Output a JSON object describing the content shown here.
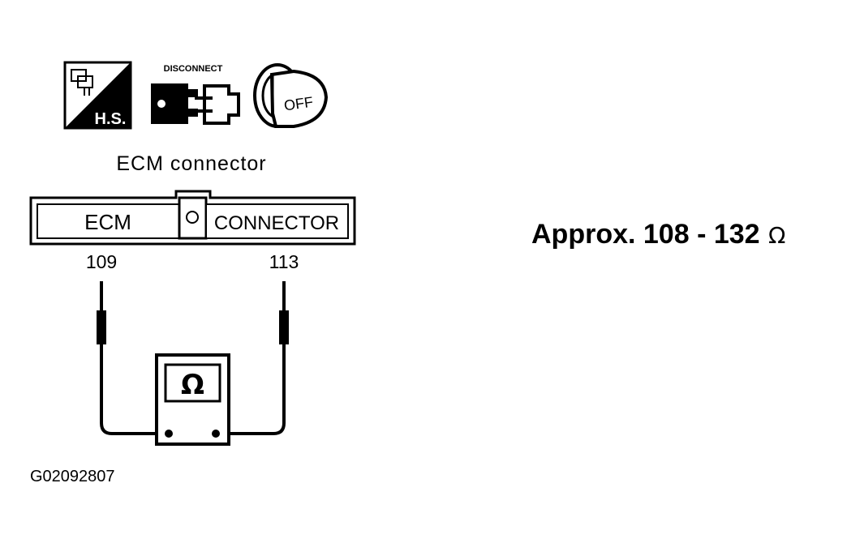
{
  "icons": {
    "hs_label": "H.S.",
    "disconnect_label": "DISCONNECT",
    "ignition_label": "OFF",
    "icon_names": [
      "harness-side-icon",
      "disconnect-icon",
      "ignition-key-off-icon"
    ]
  },
  "connector": {
    "title": "ECM connector",
    "left_label": "ECM",
    "right_label": "CONNECTOR"
  },
  "pins": {
    "left": "109",
    "right": "113"
  },
  "meter": {
    "symbol": "Ω",
    "icon_name": "ohmmeter-icon"
  },
  "spec": {
    "text": "Approx. 108 - 132",
    "unit": "Ω"
  },
  "figure_id": "G02092807",
  "colors": {
    "ink": "#000000",
    "background": "#ffffff"
  }
}
